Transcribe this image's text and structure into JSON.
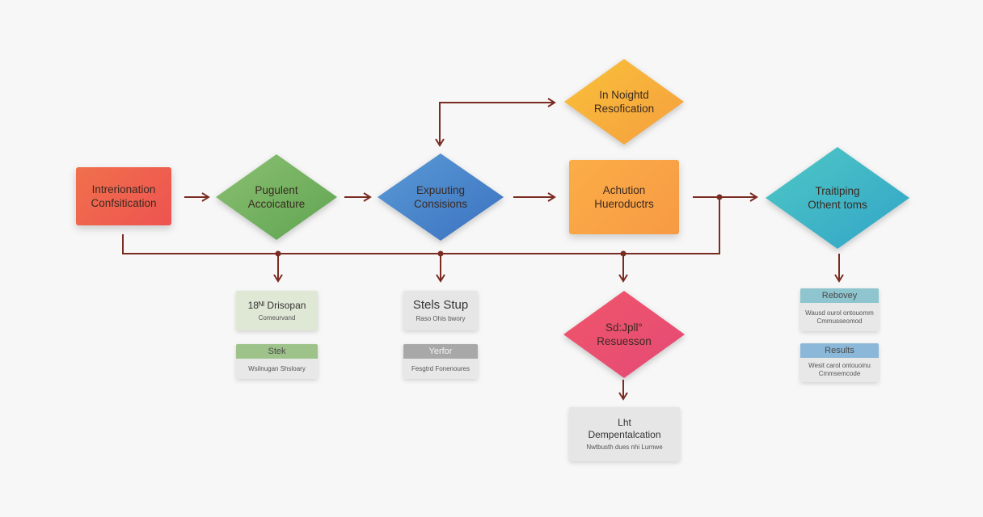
{
  "colors": {
    "connector": "#7a2c22",
    "background": "#f7f7f7",
    "node_red": "#f05a4e",
    "node_green": "#72b060",
    "node_blue": "#3f7fc9",
    "node_yellow": "#f6b43a",
    "node_orange": "#f9a447",
    "node_teal": "#3fb4c6",
    "node_pink": "#ec4f70",
    "tab_green": "#9ec38a",
    "tab_gray": "#a8a8a8",
    "tab_teal": "#8ec5cf",
    "tab_blue": "#8bb8d8"
  },
  "nodes": {
    "start": {
      "line1": "Intrerionation",
      "line2": "Confsitication"
    },
    "d1": {
      "line1": "Pugulent",
      "line2": "Accoicature"
    },
    "d2": {
      "line1": "Expuuting",
      "line2": "Consisions"
    },
    "top": {
      "line1": "In Noightd",
      "line2": "Resofication"
    },
    "action": {
      "line1": "Achution",
      "line2": "Hueroductrs"
    },
    "right": {
      "line1": "Traitiping",
      "line2": "Othent toms"
    },
    "pink": {
      "line1": "Sd:Jpll°",
      "line2": "Resuesson"
    },
    "bottom": {
      "line1": "Lht",
      "line2": "Dempentalcation",
      "sub": "Nwtbusth dues nhi Lurnwe"
    }
  },
  "cards": {
    "c1": {
      "title": "18ᴺᴵ Drisopan",
      "sub": "Comeurvand"
    },
    "c2": {
      "tab": "Stek",
      "body": "Wsilnugan Shsloary"
    },
    "c3": {
      "title": "Stels Stup",
      "sub": "Raso Ohis bwory"
    },
    "c4": {
      "tab": "Yerfor",
      "body": "Fesgtrd Fonenoures"
    },
    "c5": {
      "tab": "Rebovey",
      "body1": "Wausd ourol ontouomm",
      "body2": "Cmmusseomod"
    },
    "c6": {
      "tab": "Results",
      "body1": "Wesit carol ontouoinu",
      "body2": "Cmmsemcode"
    }
  }
}
